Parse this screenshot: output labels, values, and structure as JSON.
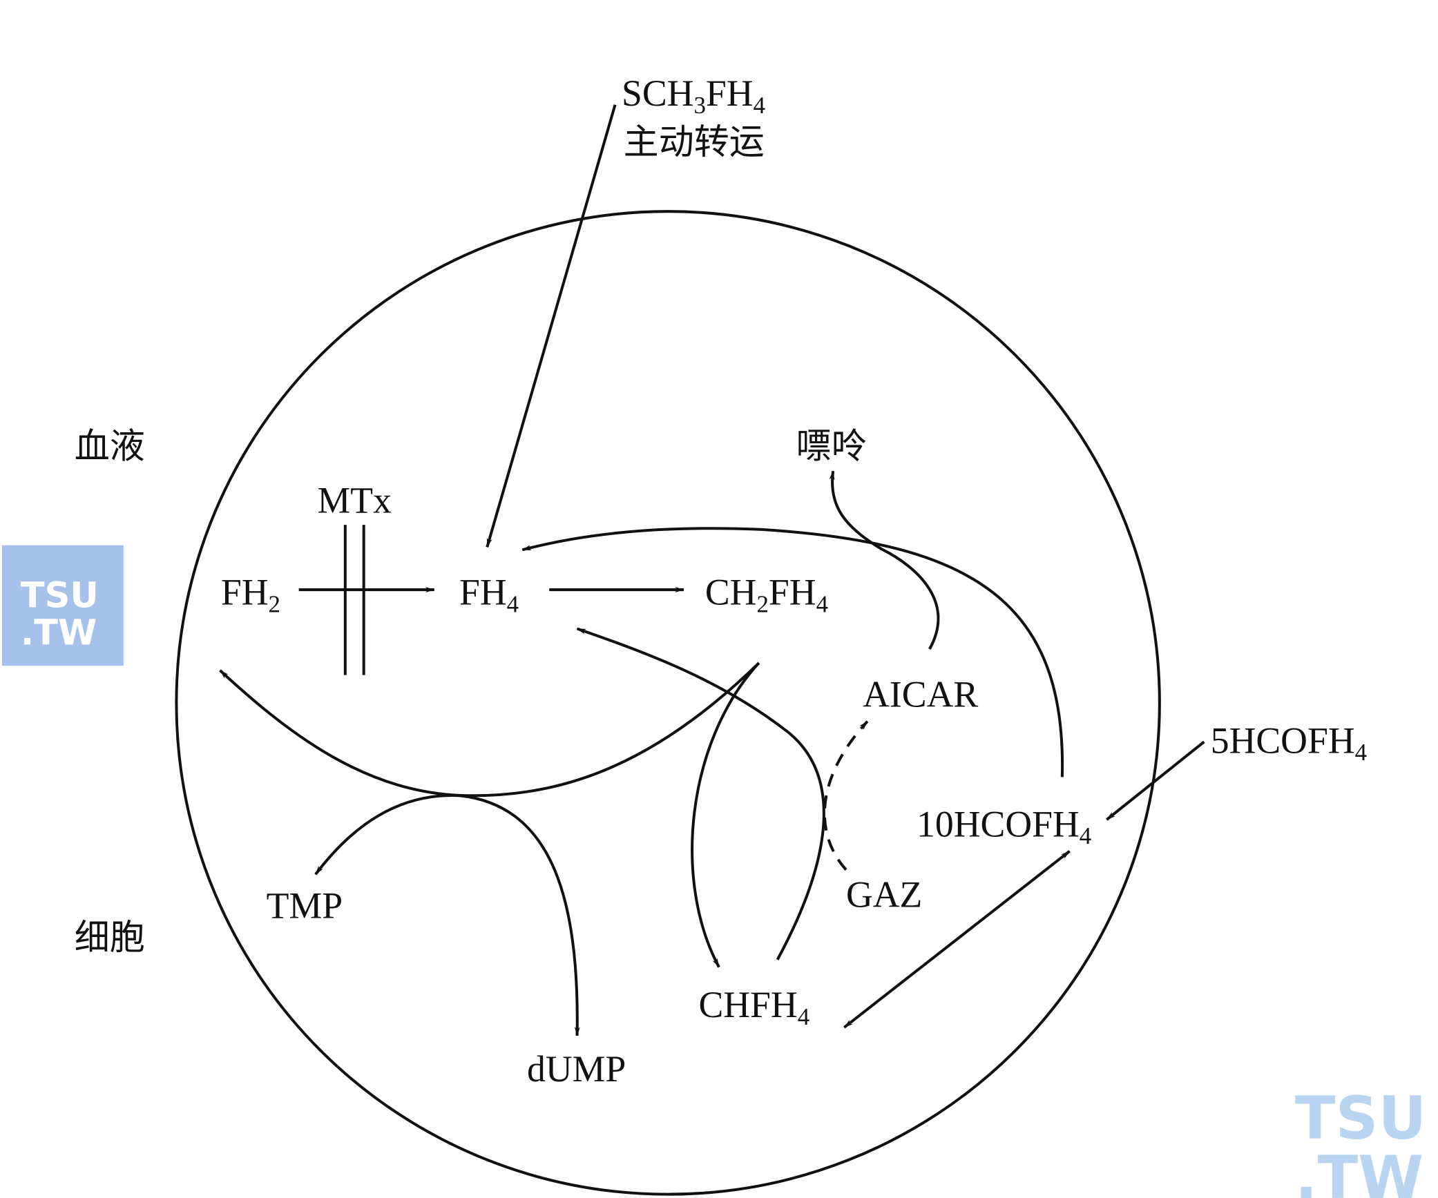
{
  "labels": {
    "sch3fh4": {
      "main": "SCH",
      "sub1": "3",
      "mid": "FH",
      "sub2": "4"
    },
    "active_transport": "主动转运",
    "blood": "血液",
    "cell": "细胞",
    "mtx": "MTx",
    "fh2": {
      "main": "FH",
      "sub": "2"
    },
    "fh4": {
      "main": "FH",
      "sub": "4"
    },
    "ch2fh4": {
      "a": "CH",
      "s1": "2",
      "b": "FH",
      "s2": "4"
    },
    "purine": "嘌呤",
    "aicar": "AICAR",
    "hcofh4_5": {
      "main": "5HCOFH",
      "sub": "4"
    },
    "hcofh4_10": {
      "main": "10HCOFH",
      "sub": "4"
    },
    "gaz": "GAZ",
    "tmp": "TMP",
    "chfh4": {
      "main": "CHFH",
      "sub": "4"
    },
    "dump": "dUMP"
  },
  "watermark": {
    "line1": "TSU",
    "line2": ".TW",
    "box_color": "#a6c2ea",
    "text_color": "#b8d4f0"
  }
}
